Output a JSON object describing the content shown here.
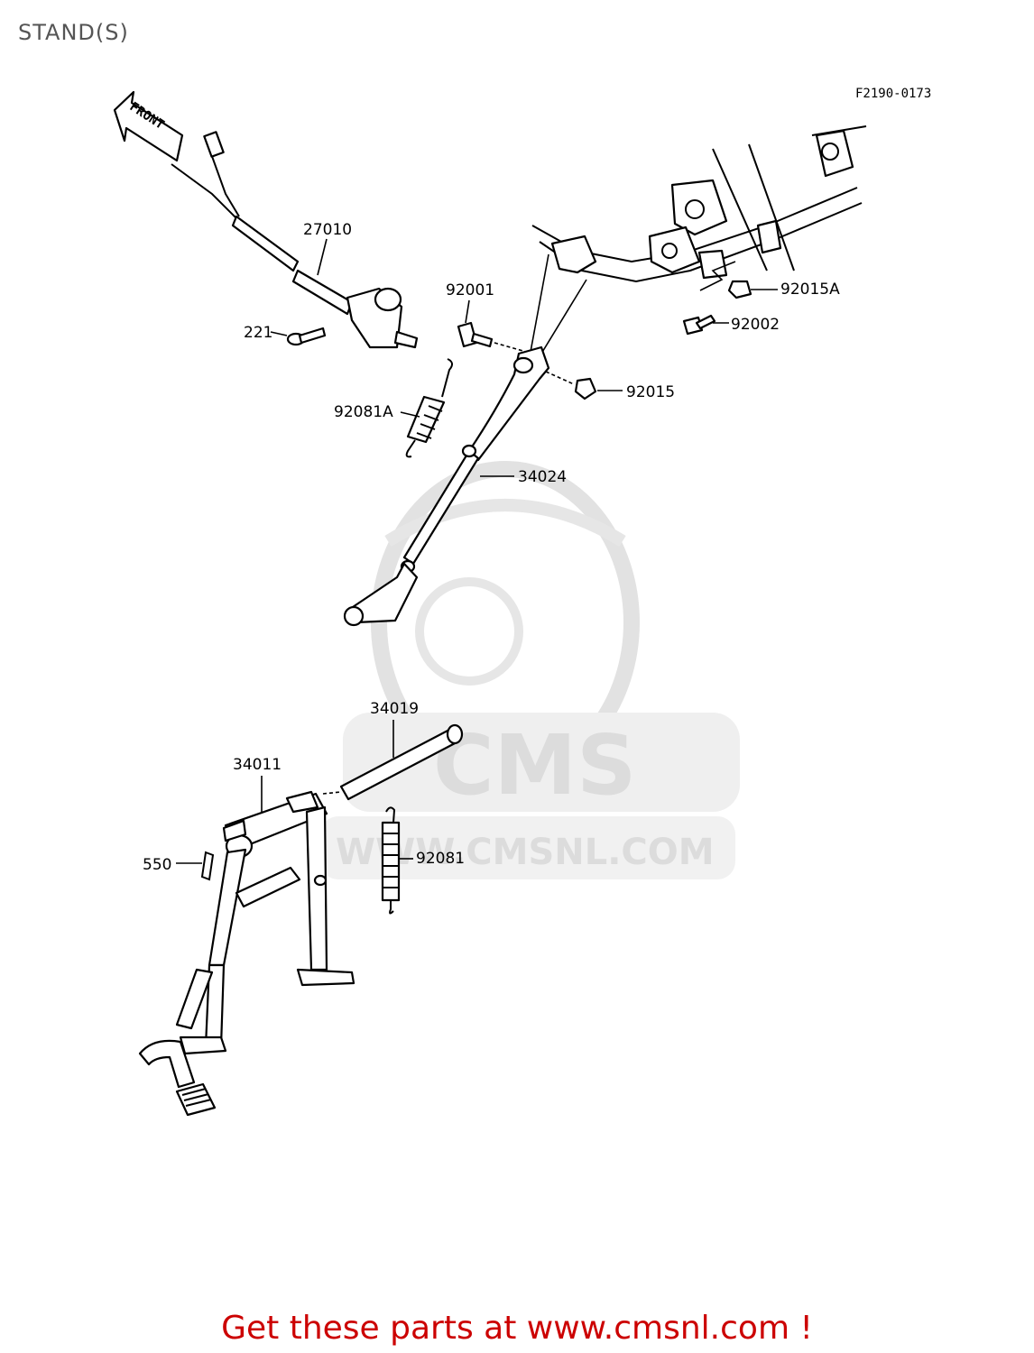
{
  "page": {
    "title": "STAND(S)",
    "figure_code": "F2190-0173",
    "footer_text": "Get these parts at www.cmsnl.com !"
  },
  "front_arrow": {
    "label": "FRONT"
  },
  "watermark": {
    "brand": "CMS",
    "url": "WWW.CMSNL.COM",
    "color": "#dcdcdc"
  },
  "parts": [
    {
      "number": "27010",
      "description_visible": ""
    },
    {
      "number": "221"
    },
    {
      "number": "92001"
    },
    {
      "number": "92015A"
    },
    {
      "number": "92002"
    },
    {
      "number": "92015"
    },
    {
      "number": "92081A"
    },
    {
      "number": "34024"
    },
    {
      "number": "34019"
    },
    {
      "number": "34011"
    },
    {
      "number": "550"
    },
    {
      "number": "92081"
    }
  ],
  "colors": {
    "footer": "#cc0000",
    "title": "#555555",
    "line": "#000000"
  }
}
